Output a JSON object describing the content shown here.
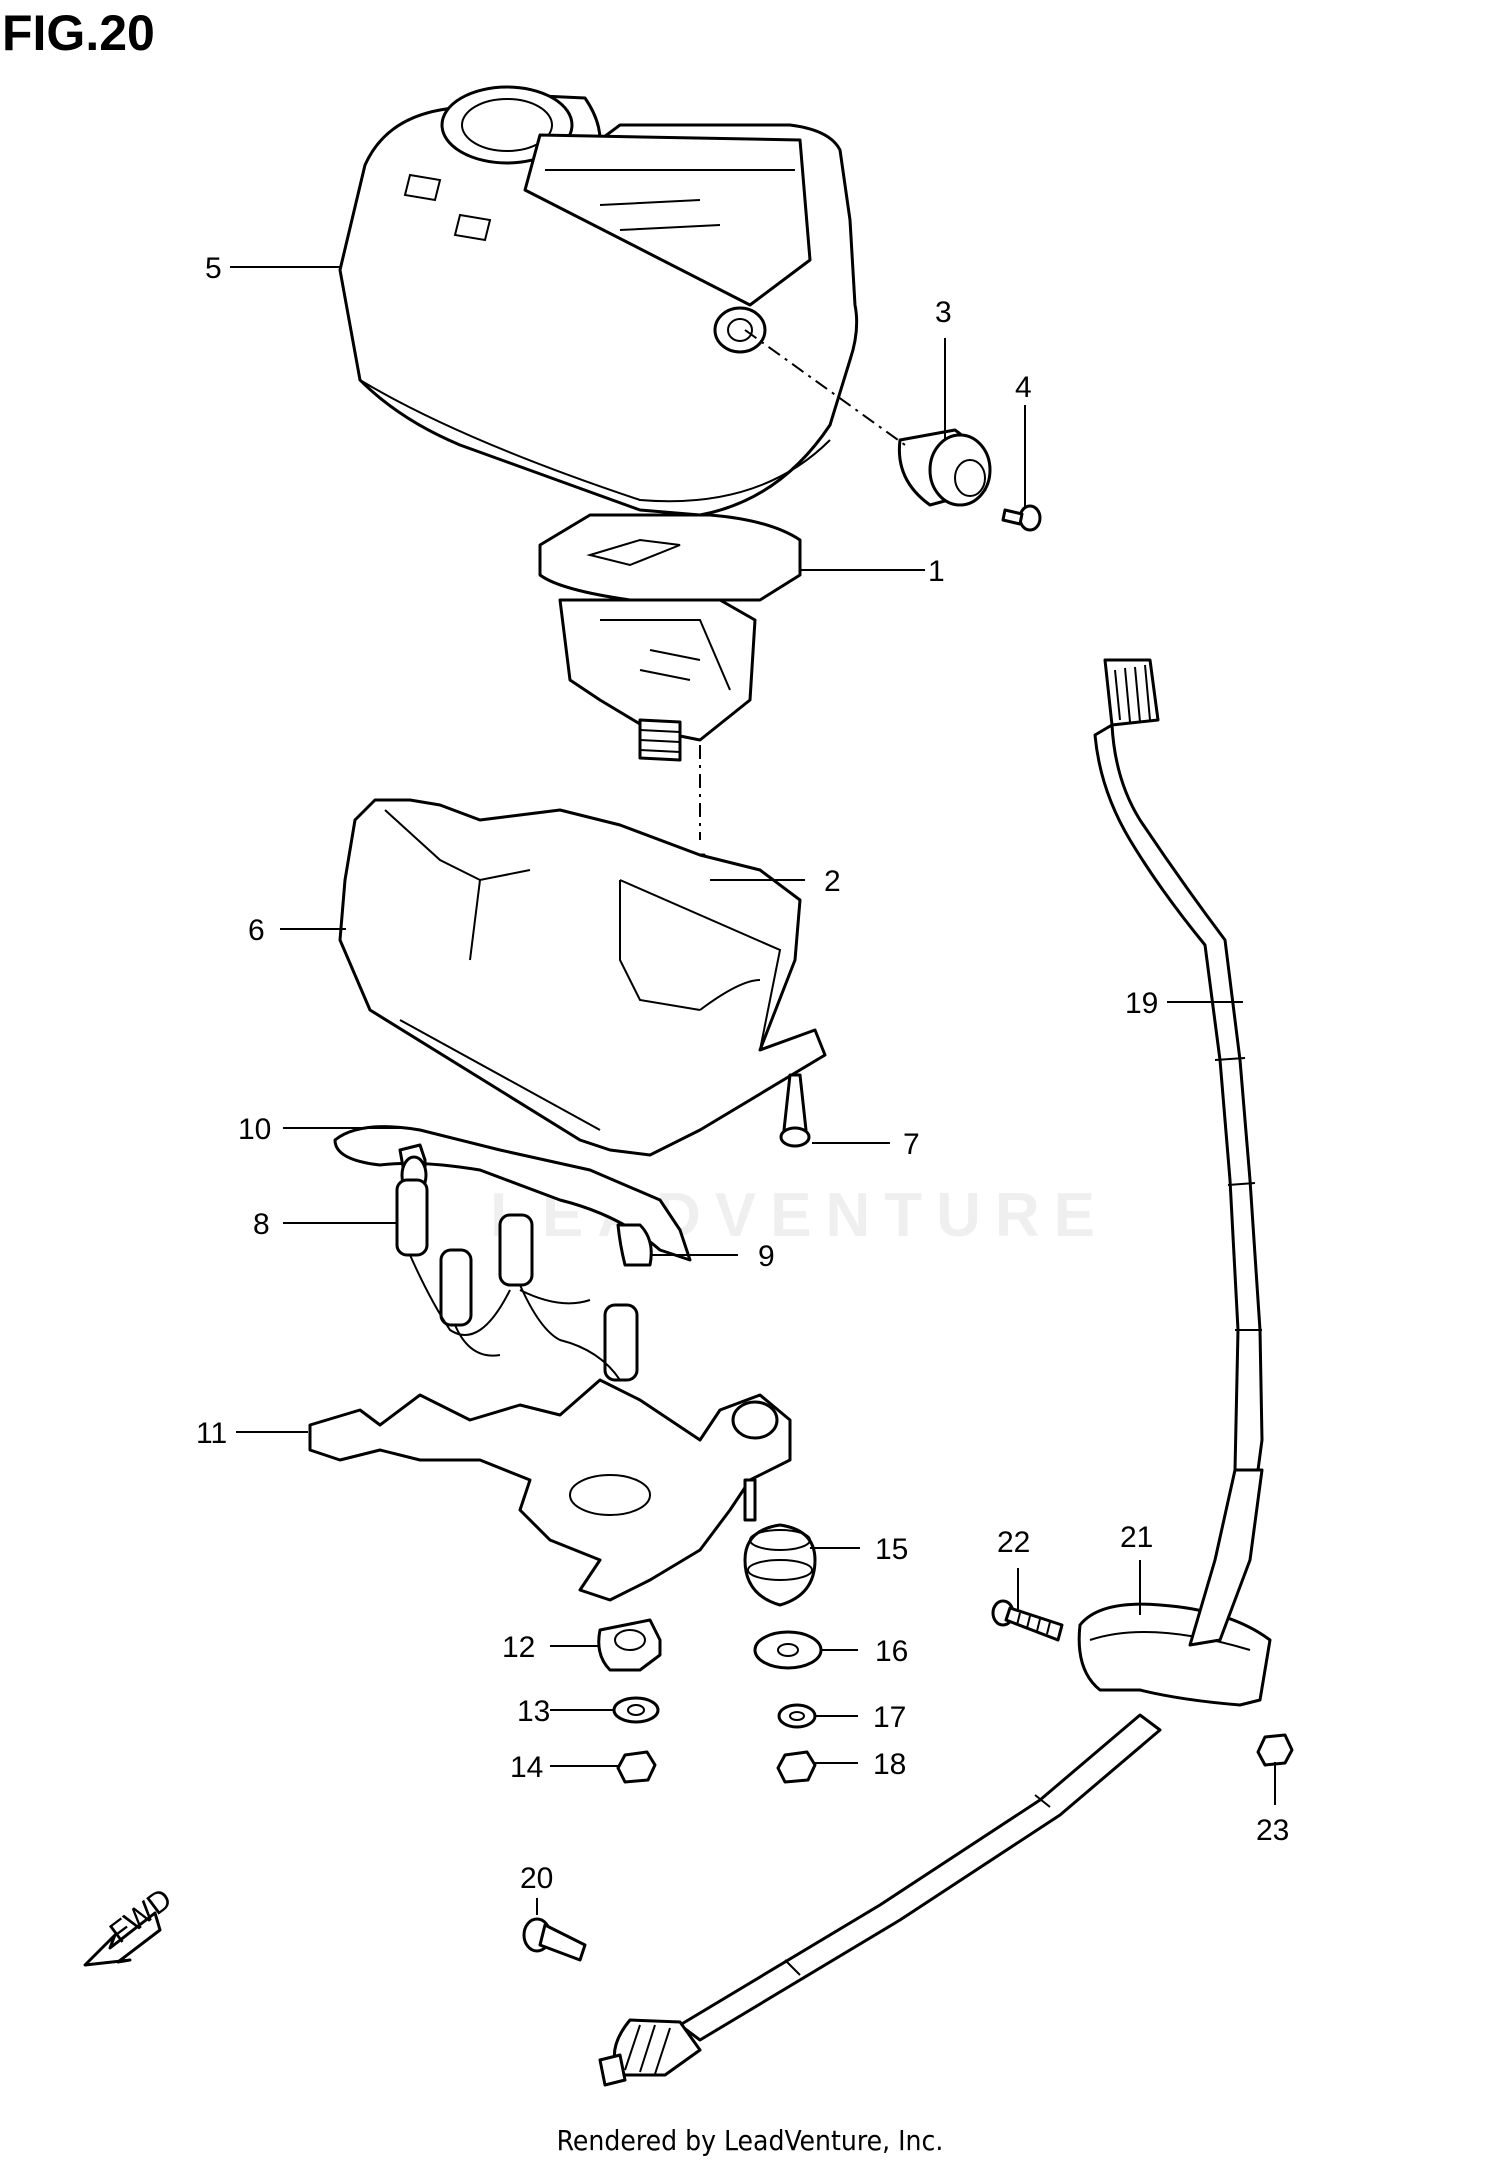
{
  "figure_title": "FIG.20",
  "watermark": "LEADVENTURE",
  "credit": "Rendered by LeadVenture, Inc.",
  "fwd_label": "FWD",
  "callouts": [
    "1",
    "2",
    "3",
    "4",
    "5",
    "6",
    "7",
    "8",
    "9",
    "10",
    "11",
    "12",
    "13",
    "14",
    "15",
    "16",
    "17",
    "18",
    "19",
    "20",
    "21",
    "22",
    "23"
  ]
}
